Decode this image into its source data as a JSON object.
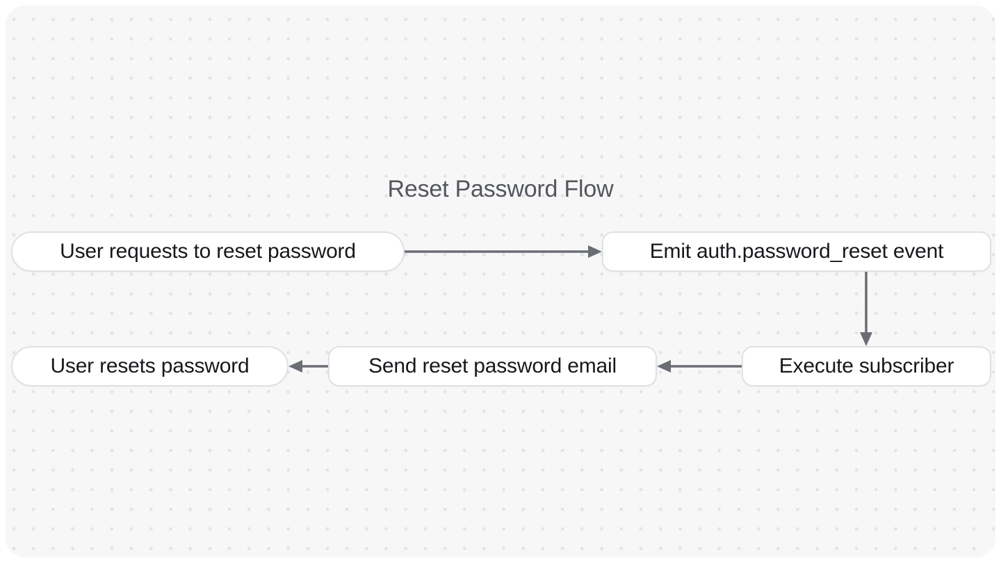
{
  "title": "Reset Password Flow",
  "diagram": {
    "nodes": [
      {
        "id": "start",
        "label": "User requests to reset password",
        "shape": "pill"
      },
      {
        "id": "emit-event",
        "label": "Emit auth.password_reset event",
        "shape": "rounded"
      },
      {
        "id": "execute-subscriber",
        "label": "Execute subscriber",
        "shape": "rounded"
      },
      {
        "id": "send-email",
        "label": "Send reset password email",
        "shape": "rounded"
      },
      {
        "id": "end",
        "label": "User resets password",
        "shape": "pill"
      }
    ],
    "edges": [
      {
        "from": "start",
        "to": "emit-event",
        "direction": "right"
      },
      {
        "from": "emit-event",
        "to": "execute-subscriber",
        "direction": "down"
      },
      {
        "from": "execute-subscriber",
        "to": "send-email",
        "direction": "left"
      },
      {
        "from": "send-email",
        "to": "end",
        "direction": "left"
      }
    ]
  },
  "colors": {
    "page_bg": "#ffffff",
    "canvas_bg": "#f7f7f8",
    "dot": "#e3e3e6",
    "node_bg": "#ffffff",
    "node_border": "#e0e1e5",
    "node_text": "#17181c",
    "title_text": "#53565c",
    "arrow": "#6b6d74"
  }
}
